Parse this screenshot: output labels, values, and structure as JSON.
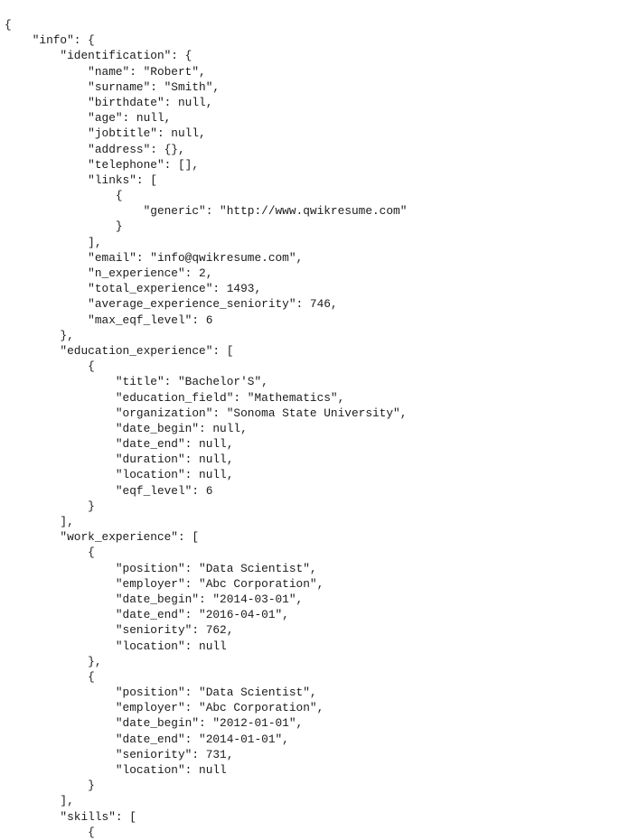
{
  "lines": [
    "{",
    "    \"info\": {",
    "        \"identification\": {",
    "            \"name\": \"Robert\",",
    "            \"surname\": \"Smith\",",
    "            \"birthdate\": null,",
    "            \"age\": null,",
    "            \"jobtitle\": null,",
    "            \"address\": {},",
    "            \"telephone\": [],",
    "            \"links\": [",
    "                {",
    "                    \"generic\": \"http://www.qwikresume.com\"",
    "                }",
    "            ],",
    "            \"email\": \"info@qwikresume.com\",",
    "            \"n_experience\": 2,",
    "            \"total_experience\": 1493,",
    "            \"average_experience_seniority\": 746,",
    "            \"max_eqf_level\": 6",
    "        },",
    "        \"education_experience\": [",
    "            {",
    "                \"title\": \"Bachelor'S\",",
    "                \"education_field\": \"Mathematics\",",
    "                \"organization\": \"Sonoma State University\",",
    "                \"date_begin\": null,",
    "                \"date_end\": null,",
    "                \"duration\": null,",
    "                \"location\": null,",
    "                \"eqf_level\": 6",
    "            }",
    "        ],",
    "        \"work_experience\": [",
    "            {",
    "                \"position\": \"Data Scientist\",",
    "                \"employer\": \"Abc Corporation\",",
    "                \"date_begin\": \"2014-03-01\",",
    "                \"date_end\": \"2016-04-01\",",
    "                \"seniority\": 762,",
    "                \"location\": null",
    "            },",
    "            {",
    "                \"position\": \"Data Scientist\",",
    "                \"employer\": \"Abc Corporation\",",
    "                \"date_begin\": \"2012-01-01\",",
    "                \"date_end\": \"2014-01-01\",",
    "                \"seniority\": 731,",
    "                \"location\": null",
    "            }",
    "        ],",
    "        \"skills\": [",
    "            {"
  ]
}
